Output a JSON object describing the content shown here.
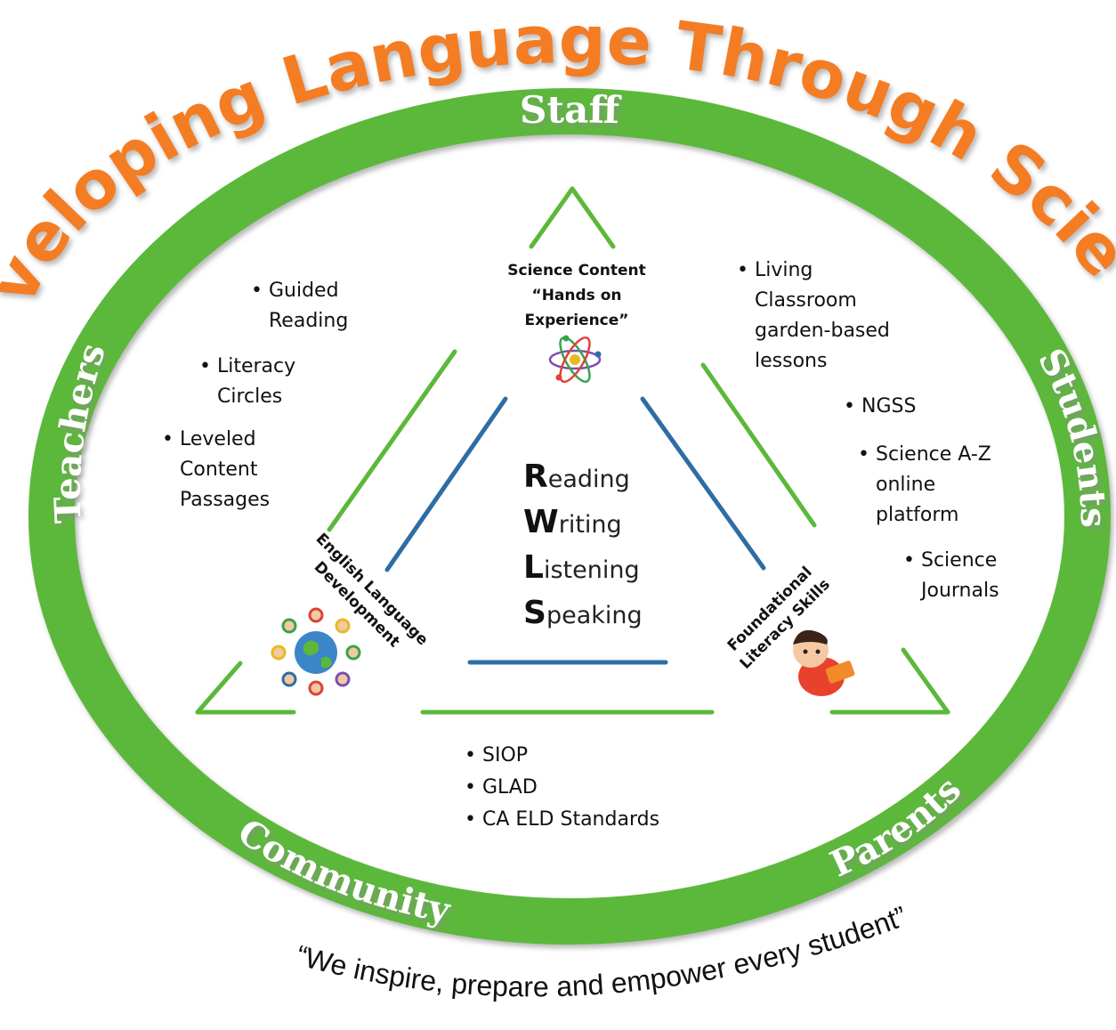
{
  "title": "Developing Language Through Science",
  "ring_labels": {
    "top": "Staff",
    "left": "Teachers",
    "right": "Students",
    "bottom_left": "Community",
    "bottom_right": "Parents"
  },
  "motto": "“We inspire, prepare and empower every student”",
  "corners": {
    "top": [
      "Science Content",
      "“Hands on",
      "Experience”"
    ],
    "left": [
      "English Language",
      "Development"
    ],
    "right": [
      "Foundational",
      "Literacy Skills"
    ]
  },
  "left_list": {
    "items": [
      {
        "line1": "Guided",
        "line2": "Reading"
      },
      {
        "line1": "Literacy",
        "line2": "Circles"
      },
      {
        "line1": "Leveled",
        "line2": "Content",
        "line3": "Passages"
      }
    ]
  },
  "right_list": {
    "items": [
      {
        "line1": "Living",
        "line2": "Classroom",
        "line3": "garden-based",
        "line4": "lessons"
      },
      {
        "line1": "NGSS"
      },
      {
        "line1": "Science A-Z",
        "line2": "online",
        "line3": "platform"
      },
      {
        "line1": "Science",
        "line2": "Journals"
      }
    ]
  },
  "bottom_list": {
    "items": [
      "SIOP",
      "GLAD",
      "CA ELD Standards"
    ]
  },
  "center": {
    "reading": {
      "cap": "R",
      "rest": "eading"
    },
    "writing": {
      "cap": "W",
      "rest": "riting"
    },
    "listening": {
      "cap": "L",
      "rest": "istening"
    },
    "speaking": {
      "cap": "S",
      "rest": "peaking"
    }
  },
  "colors": {
    "title_orange": "#f47c20",
    "ring_green": "#5cb83a",
    "triangle_green": "#5cb83a",
    "triangle_blue": "#2e6da4"
  },
  "icons": {
    "top": "atom-icon",
    "left": "globe-children-icon",
    "right": "child-reading-icon"
  }
}
